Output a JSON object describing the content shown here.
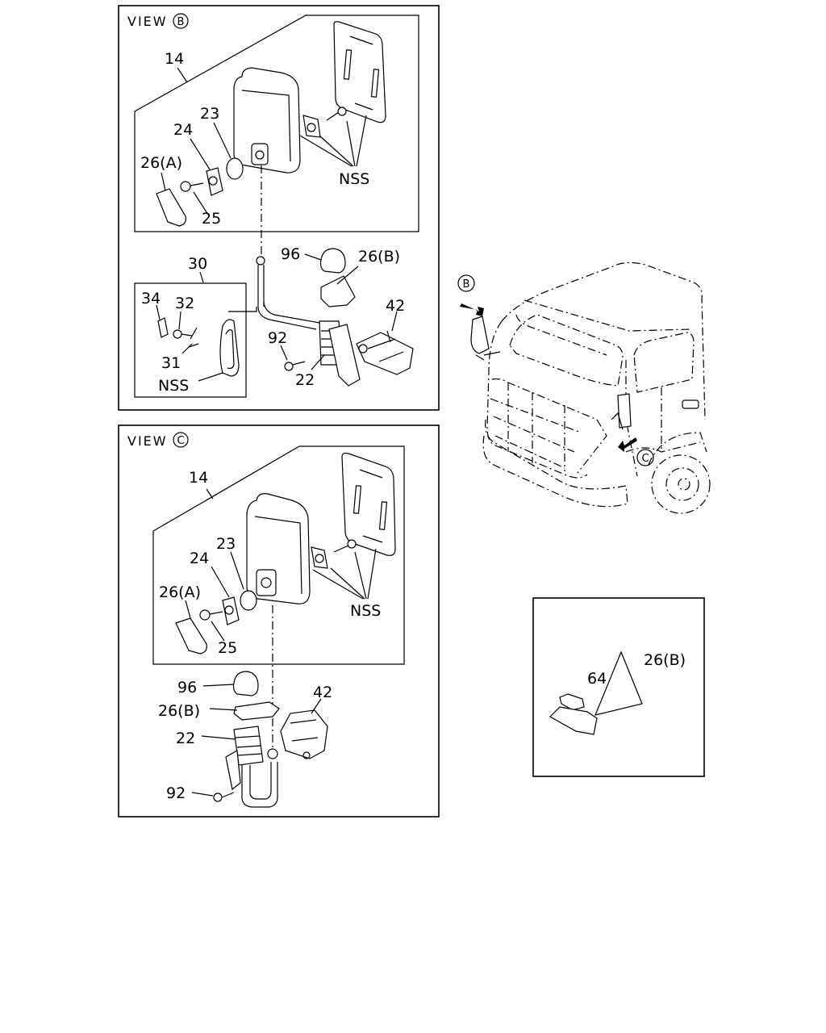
{
  "view_b": {
    "title": "VIEW",
    "marker": "B",
    "labels": {
      "l14": "14",
      "l23": "23",
      "l24": "24",
      "l26a": "26(A)",
      "l25": "25",
      "nss_top": "NSS",
      "l96": "96",
      "l26b": "26(B)",
      "l30": "30",
      "l34": "34",
      "l32": "32",
      "l31": "31",
      "nss_left": "NSS",
      "l92": "92",
      "l42": "42",
      "l22": "22"
    }
  },
  "view_c": {
    "title": "VIEW",
    "marker": "C",
    "labels": {
      "l14": "14",
      "l23": "23",
      "l24": "24",
      "l26a": "26(A)",
      "l25": "25",
      "nss": "NSS",
      "l96": "96",
      "l26b": "26(B)",
      "l42": "42",
      "l22": "22",
      "l92": "92"
    }
  },
  "truck": {
    "marker_b": "B",
    "marker_c": "C"
  },
  "detail": {
    "l64": "64",
    "l26b": "26(B)"
  }
}
